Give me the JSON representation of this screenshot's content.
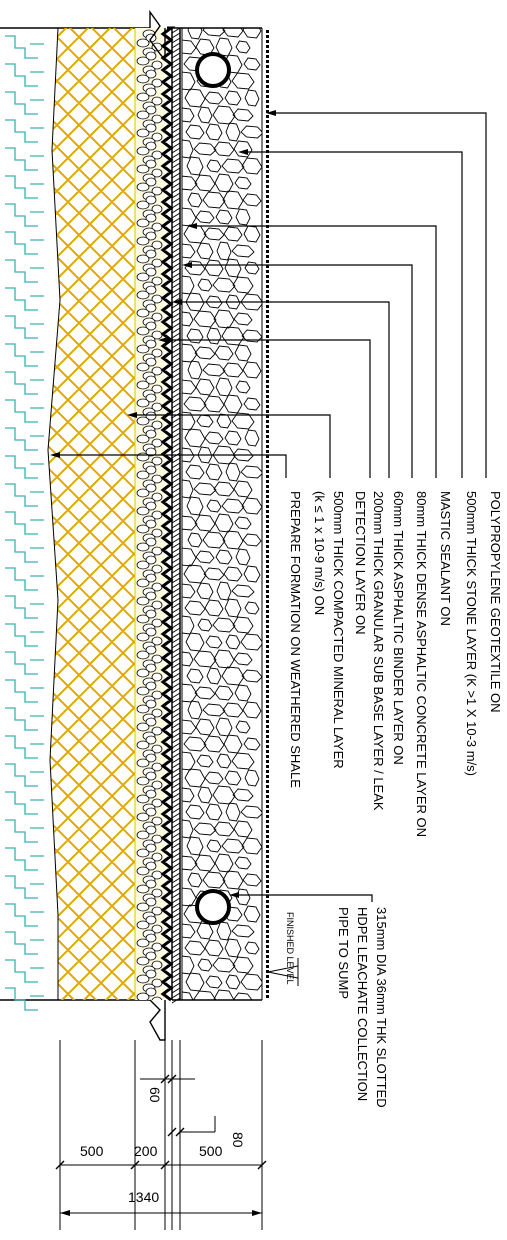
{
  "callouts": {
    "geotextile": "POLYPROPYLENE GEOTEXTILE ON",
    "stone": "500mm THICK STONE LAYER (K >1 X 10-3  m/s)",
    "mastic": "MASTIC SEALANT ON",
    "dense_asphalt": "80mm THICK DENSE ASPHALTIC CONCRETE LAYER ON",
    "binder": "60mm THICK ASPHALTIC BINDER LAYER ON",
    "granular_1": "200mm THICK GRANULAR SUB BASE LAYER / LEAK",
    "granular_2": "DETECTION LAYER ON",
    "mineral_1": "500mm THICK COMPACTED MINERAL LAYER",
    "mineral_2": "(k ≤ 1 x 10-9  m/s) ON",
    "formation": "PREPARE FORMATION ON WEATHERED SHALE",
    "pipe_1": "315mm DIA 36mm THK SLOTTED",
    "pipe_2": "HDPE LEACHATE COLLECTION",
    "pipe_3": "PIPE TO SUMP",
    "finished_level": "FINISHED LEVEL"
  },
  "dimensions": {
    "d80": "80",
    "d60": "60",
    "d500a": "500",
    "d200": "200",
    "d500b": "500",
    "d1340": "1340"
  },
  "colors": {
    "shale_hatch": "#3ab0b0",
    "mineral_hatch": "#e0a800",
    "granular_fill": "#fffbe0",
    "ink": "#000000"
  }
}
